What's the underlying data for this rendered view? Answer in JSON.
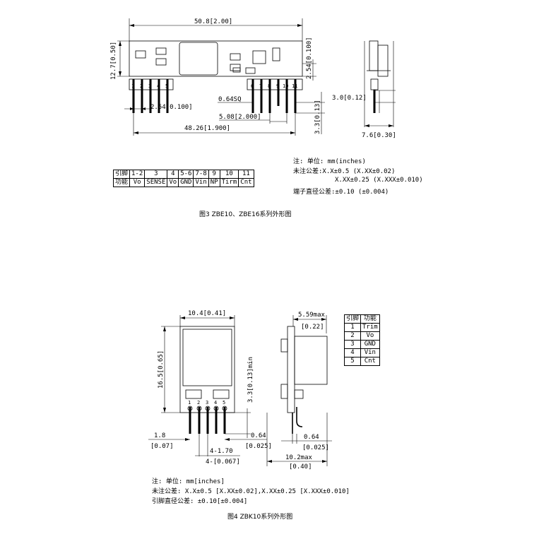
{
  "fig3": {
    "dims": {
      "length": "50.8[2.00]",
      "height": "12.7[0.50]",
      "pitch_right": "2.54[0.100]",
      "pitch_left": "2.54[0.100]",
      "pin_sq": "0.64SQ",
      "gap": "5.08[2.000]",
      "span": "48.26[1.900]",
      "side_top": "3.0[0.12]",
      "side_bottom": "3.3[0.13]",
      "side_width": "7.6[0.30]"
    },
    "pin_numbers_left": [
      "1",
      "2",
      "3",
      "4",
      "5"
    ],
    "pin_numbers_right": [
      "6",
      "7",
      "8",
      "9",
      "10",
      "11"
    ],
    "table": {
      "header": "引脚",
      "function": "功能",
      "pins": [
        "1-2",
        "3",
        "4",
        "5-6",
        "7-8",
        "9",
        "10",
        "11"
      ],
      "funcs": [
        "Vo",
        "SENSE",
        "Vo",
        "GND",
        "Vin",
        "NP",
        "Tirm",
        "Cnt"
      ]
    },
    "notes": [
      "注: 单位: mm(inches)",
      "未注公差:X.X±0.5 (X.XX±0.02)",
      "X.XX±0.25 (X.XXX±0.010)",
      "端子直径公差:±0.10 (±0.004)"
    ],
    "caption": "图3 ZBE10、ZBE16系列外形图"
  },
  "fig4": {
    "dims": {
      "width": "10.4[0.41]",
      "height": "16.5[0.65]",
      "pin_len": "3.3[0.13]min",
      "left_in": "1.8",
      "left_in_b": "[0.07]",
      "pin_dia": "0.64",
      "pin_dia_b": "[0.025]",
      "pitch": "4-1.70",
      "pitch_b": "4-[0.067]",
      "side_max": "5.59max",
      "side_max_b": "[0.22]",
      "side_pin": "0.64",
      "side_pin_b": "[0.025]",
      "depth": "10.2max",
      "depth_b": "[0.40]"
    },
    "pin_numbers": [
      "1",
      "2",
      "3",
      "4",
      "5"
    ],
    "table": {
      "header_pin": "引脚",
      "header_func": "功能",
      "rows": [
        {
          "pin": "1",
          "func": "Trim"
        },
        {
          "pin": "2",
          "func": "Vo"
        },
        {
          "pin": "3",
          "func": "GND"
        },
        {
          "pin": "4",
          "func": "Vin"
        },
        {
          "pin": "5",
          "func": "Cnt"
        }
      ]
    },
    "notes": [
      "注: 单位: mm[inches]",
      "未注公差: X.X±0.5 [X.XX±0.02],X.XX±0.25 [X.XXX±0.010]",
      "引脚直径公差: ±0.10[±0.004]"
    ],
    "caption": "图4 ZBK10系列外形图"
  }
}
